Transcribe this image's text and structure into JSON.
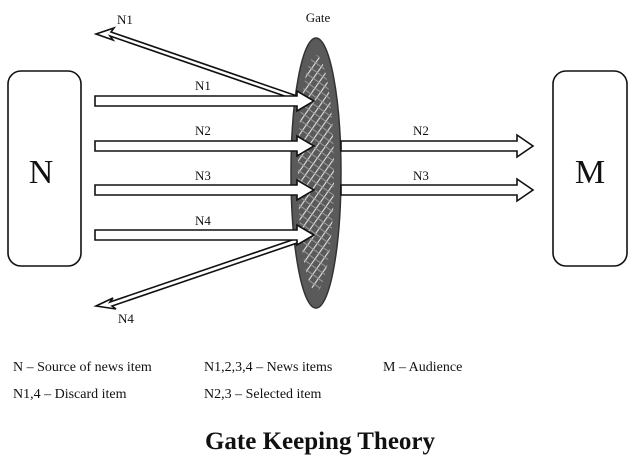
{
  "diagram": {
    "gate_label": "Gate",
    "source_box_label": "N",
    "audience_box_label": "M",
    "incoming_labels": [
      "N1",
      "N2",
      "N3",
      "N4"
    ],
    "outgoing_labels": [
      "N2",
      "N3"
    ],
    "discard_labels": [
      "N1",
      "N4"
    ]
  },
  "legend": {
    "row1": [
      "N – Source of news item",
      "N1,2,3,4 – News items",
      "M – Audience"
    ],
    "row2": [
      "N1,4 – Discard item",
      "N2,3 – Selected item"
    ]
  },
  "title": "Gate Keeping Theory",
  "colors": {
    "gate_fill": "#555555",
    "gate_hatch": "#dddddd",
    "stroke": "#111111"
  }
}
